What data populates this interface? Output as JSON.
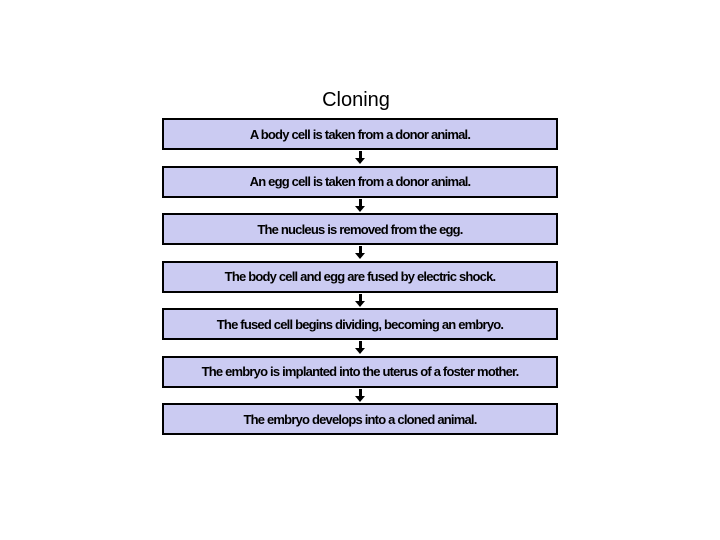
{
  "slide": {
    "title": "Cloning",
    "flowchart": {
      "steps": [
        "A body cell is taken from a donor animal.",
        "An egg cell is taken from a donor animal.",
        "The nucleus is removed from the egg.",
        "The body cell and egg are fused by electric shock.",
        "The fused cell begins dividing, becoming an embryo.",
        "The embryo is implanted into the uterus of a foster mother.",
        "The embryo develops into a cloned animal."
      ]
    },
    "colors": {
      "background": "#ffffff",
      "box_fill": "#cbcbf2",
      "box_border": "#000000",
      "arrow": "#000000",
      "text": "#000000"
    }
  }
}
